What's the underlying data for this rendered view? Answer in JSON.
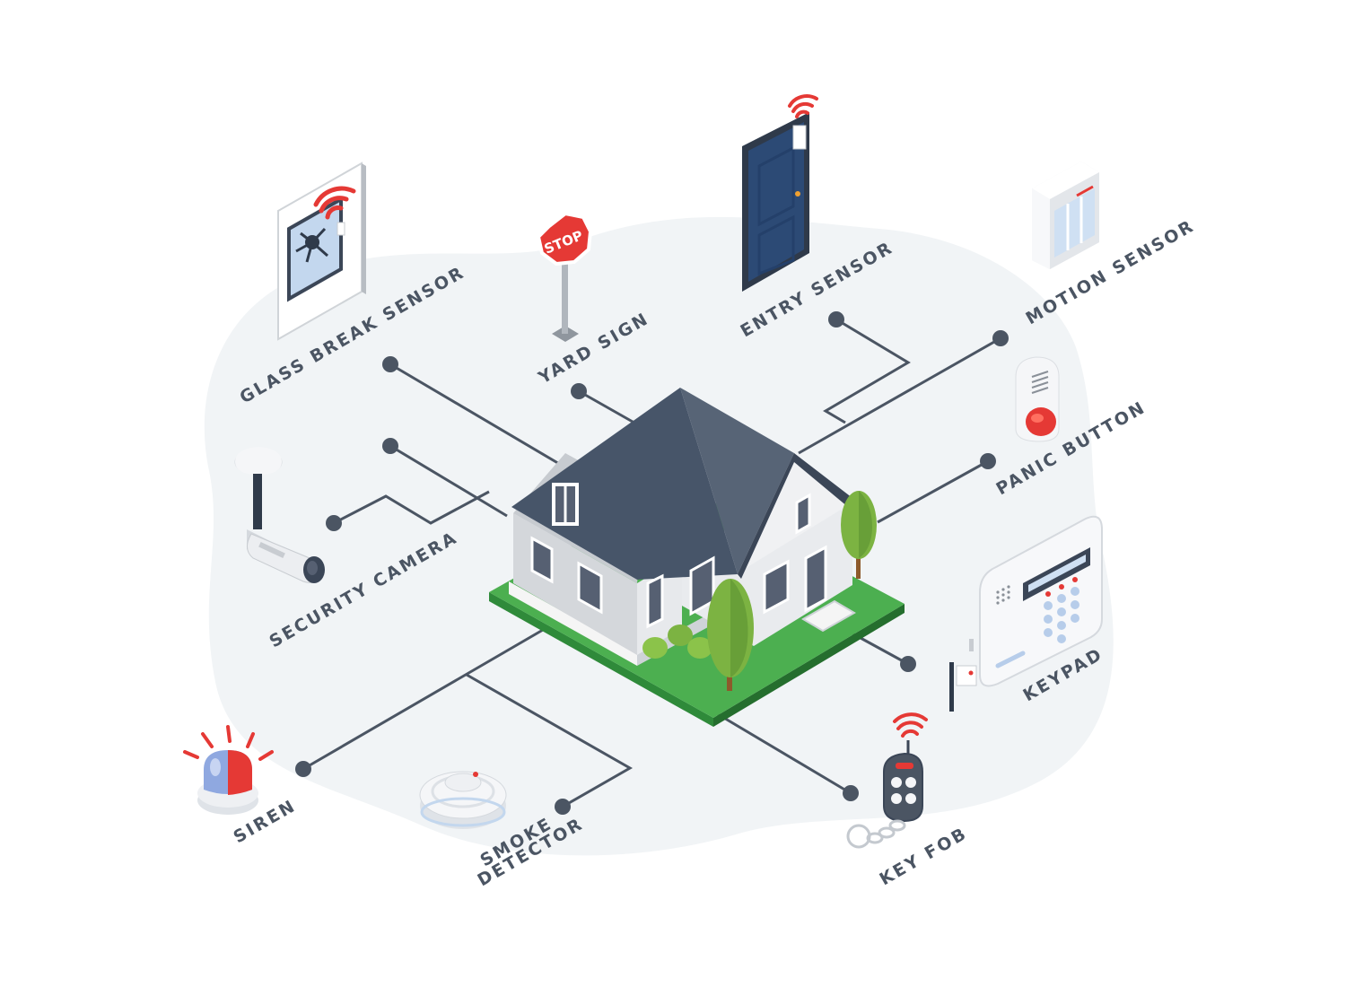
{
  "diagram": {
    "center": "house",
    "components": [
      {
        "id": "glass-break-sensor",
        "label": "GLASS BREAK SENSOR"
      },
      {
        "id": "yard-sign",
        "label": "YARD SIGN",
        "sign_text": "STOP"
      },
      {
        "id": "entry-sensor",
        "label": "ENTRY SENSOR"
      },
      {
        "id": "motion-sensor",
        "label": "MOTION SENSOR"
      },
      {
        "id": "panic-button",
        "label": "PANIC BUTTON"
      },
      {
        "id": "keypad",
        "label": "KEYPAD"
      },
      {
        "id": "key-fob",
        "label": "KEY FOB"
      },
      {
        "id": "smoke-detector",
        "label": "SMOKE",
        "label_line2": "DETECTOR"
      },
      {
        "id": "siren",
        "label": "SIREN"
      },
      {
        "id": "security-camera",
        "label": "SECURITY CAMERA"
      }
    ]
  },
  "colors": {
    "connector": "#4b5563",
    "roof": "#475569",
    "wall": "#d4d7db",
    "grass": "#4caf50",
    "alert_red": "#e53935",
    "label": "#4b5563",
    "blob": "#f1f4f6"
  }
}
